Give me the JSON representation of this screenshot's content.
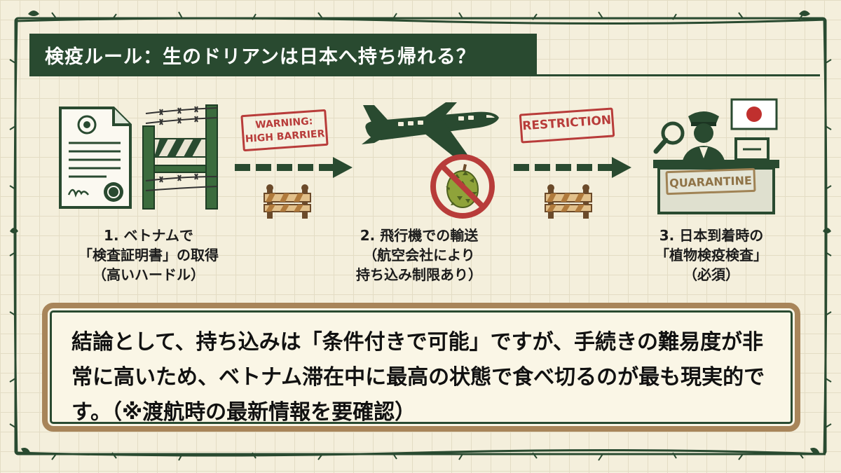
{
  "title": "検疫ルール：生のドリアンは日本へ持ち帰れる？",
  "stamps": {
    "warning": "WARNING:\nHIGH BARRIER",
    "restriction": "RESTRICTION",
    "quarantine": "QUARANTINE"
  },
  "steps": [
    "1. ベトナムで\n「検査証明書」の取得\n（高いハードル）",
    "2. 飛行機での輸送\n（航空会社により\n持ち込み制限あり）",
    "3. 日本到着時の\n「植物検疫検査」\n（必須）"
  ],
  "conclusion": "結論として、持ち込みは「条件付きで可能」ですが、手続きの難易度が非常に高いため、ベトナム滞在中に最高の状態で食べ切るのが最も現実的です。（※渡航時の最新情報を要確認）",
  "colors": {
    "dark_green": "#294a30",
    "stamp_red": "#b83c3a",
    "frame_brown": "#a8855a",
    "barricade_orange": "#b07a3c"
  }
}
